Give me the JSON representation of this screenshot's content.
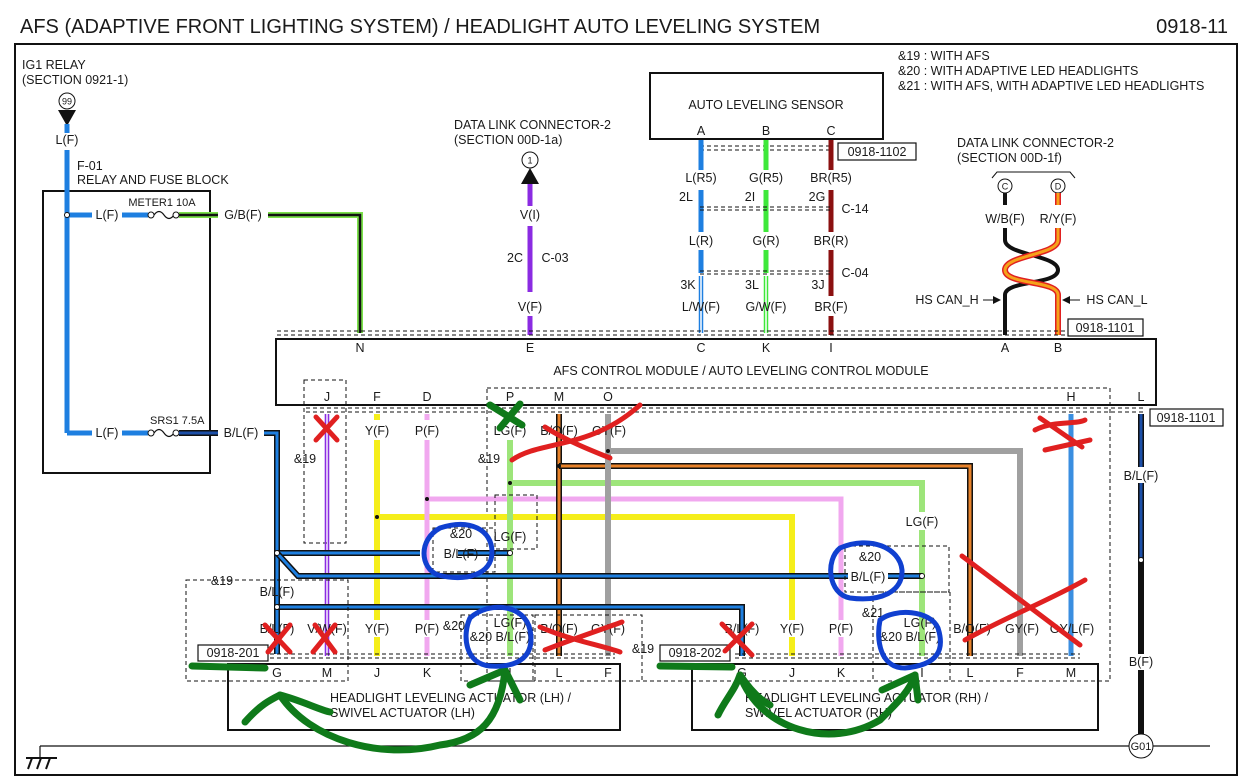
{
  "header": {
    "title": "AFS (ADAPTIVE FRONT LIGHTING SYSTEM) / HEADLIGHT AUTO LEVELING SYSTEM",
    "page_code": "0918-11"
  },
  "legend": [
    "&19 : WITH AFS",
    "&20 : WITH ADAPTIVE LED HEADLIGHTS",
    "&21 : WITH AFS, WITH ADAPTIVE LED HEADLIGHTS"
  ],
  "colors": {
    "blue": "#1e7fe0",
    "dark_blue": "#1c4fa8",
    "green_b": "#7be04a",
    "purple": "#8b2be2",
    "bright_green": "#3ee83a",
    "brown": "#8b1010",
    "yellow": "#f5ee1a",
    "pink": "#f1a8ef",
    "light_green": "#9de57a",
    "orange": "#e8822a",
    "gray": "#a0a0a0",
    "can_orange": "#f5a21a",
    "annotation_red": "#e02020",
    "annotation_green": "#0f7a1a",
    "annotation_blue": "#1040d0"
  },
  "ig1_relay": {
    "label": "IG1 RELAY",
    "section": "(SECTION 0921-1)",
    "terminal": "99",
    "wire": "L(F)"
  },
  "fuse_block": {
    "id": "F-01",
    "name": "RELAY AND FUSE BLOCK",
    "fuses": [
      {
        "name": "METER1 10A",
        "in_wire": "L(F)",
        "out_wire": "G/B(F)"
      },
      {
        "name": "SRS1 7.5A",
        "in_wire": "L(F)",
        "out_wire": "B/L(F)"
      }
    ]
  },
  "dlc_left": {
    "name": "DATA LINK CONNECTOR-2",
    "section": "(SECTION 00D-1a)",
    "terminal": "1",
    "wire_top": "V(I)",
    "joint_pin": "2C",
    "joint": "C-03",
    "wire_bottom": "V(F)"
  },
  "sensor": {
    "name": "AUTO LEVELING SENSOR",
    "pins": [
      "A",
      "B",
      "C"
    ],
    "ref": "0918-1102",
    "wires_r5": [
      "L(R5)",
      "G(R5)",
      "BR(R5)"
    ],
    "c14_pins": [
      "2L",
      "2I",
      "2G"
    ],
    "c14": "C-14",
    "wires_r": [
      "L(R)",
      "G(R)",
      "BR(R)"
    ],
    "c04_pins": [
      "3K",
      "3L",
      "3J"
    ],
    "c04": "C-04",
    "wires_f": [
      "L/W(F)",
      "G/W(F)",
      "BR(F)"
    ]
  },
  "dlc_right": {
    "name": "DATA LINK CONNECTOR-2",
    "section": "(SECTION 00D-1f)",
    "terminals": [
      "C",
      "D"
    ],
    "wires": [
      "W/B(F)",
      "R/Y(F)"
    ],
    "can_h": "HS CAN_H",
    "can_l": "HS CAN_L"
  },
  "module": {
    "name": "AFS CONTROL MODULE / AUTO LEVELING CONTROL MODULE",
    "top_pins": [
      "N",
      "E",
      "C",
      "K",
      "I",
      "A",
      "B"
    ],
    "ref_top": "0918-1101",
    "bottom_pins": [
      "J",
      "F",
      "D",
      "P",
      "M",
      "O",
      "H",
      "L"
    ],
    "ref_bottom": "0918-1101",
    "bottom_wires": [
      "Y(F)",
      "P(F)",
      "LG(F)",
      "B/O(F)",
      "GY(F)"
    ]
  },
  "options": {
    "opt19": "&19",
    "opt20": "&20",
    "opt21": "&21"
  },
  "mid_wires": {
    "bl_left": "B/L(F)",
    "bl_mid": "B/L(F)",
    "lg_mid": "LG(F)",
    "bl_right": "B/L(F)",
    "lg_right": "LG(F)",
    "bl_ground": "B/L(F)",
    "b_ground": "B(F)"
  },
  "actuator_lh": {
    "name_line1": "HEADLIGHT LEVELING ACTUATOR (LH) /",
    "name_line2": "SWIVEL ACTUATOR (LH)",
    "ref": "0918-201",
    "pins": [
      "G",
      "M",
      "J",
      "K",
      "I",
      "L",
      "F"
    ],
    "wires": [
      "B/L(F)",
      "V/W(F)",
      "Y(F)",
      "P(F)",
      "LG(F)",
      "&20 B/L(F)",
      "B/O(F)",
      "GY(F)"
    ],
    "bl_above": "B/L(F)"
  },
  "actuator_rh": {
    "name_line1": "HEADLIGHT LEVELING ACTUATOR (RH) /",
    "name_line2": "SWIVEL ACTUATOR (RH)",
    "ref": "0918-202",
    "pins": [
      "G",
      "J",
      "K",
      "I",
      "L",
      "F",
      "M"
    ],
    "wires": [
      "B/L(F)",
      "Y(F)",
      "P(F)",
      "LG(F)",
      "&20 B/L(F)",
      "B/O(F)",
      "GY(F)",
      "GY/L(F)"
    ]
  },
  "ground": {
    "id": "G01"
  }
}
